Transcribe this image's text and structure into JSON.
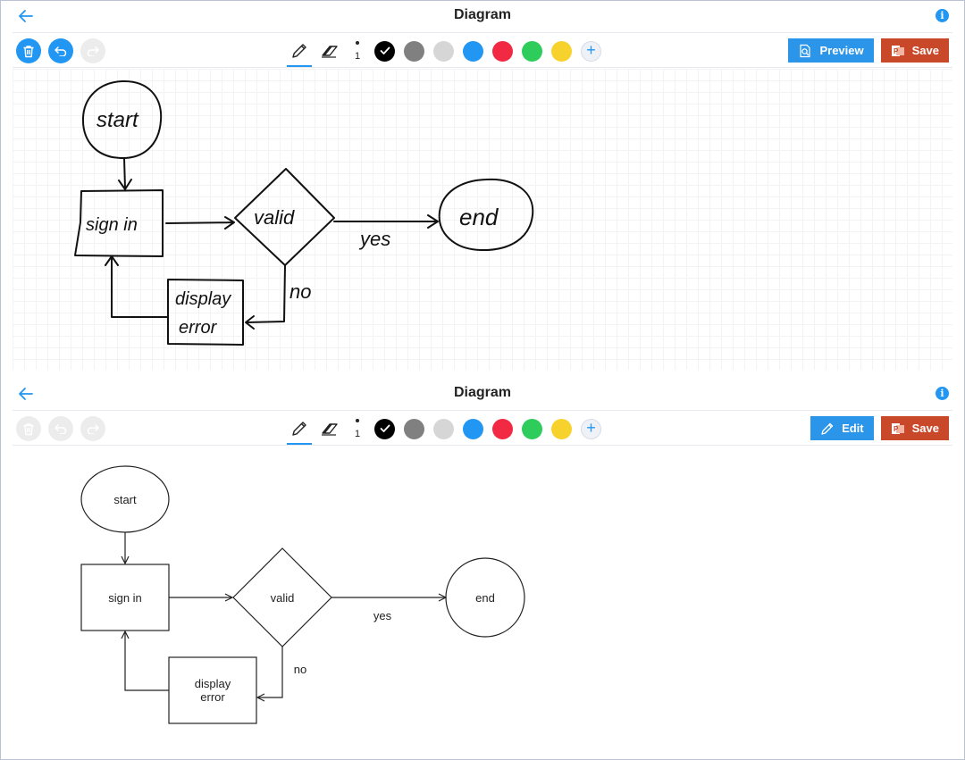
{
  "panels": [
    {
      "title": "Diagram",
      "toolbar": {
        "size_value": "1",
        "preview_label": "Preview",
        "save_label": "Save",
        "left_state": "enabled"
      },
      "diagram": {
        "start": "start",
        "sign_in": "sign in",
        "valid": "valid",
        "end": "end",
        "yes": "yes",
        "no": "no",
        "display": "display",
        "error": "error"
      }
    },
    {
      "title": "Diagram",
      "toolbar": {
        "size_value": "1",
        "edit_label": "Edit",
        "save_label": "Save",
        "left_state": "disabled"
      },
      "diagram": {
        "start": "start",
        "sign_in": "sign in",
        "valid": "valid",
        "end": "end",
        "yes": "yes",
        "no": "no",
        "display": "display",
        "error": "error"
      }
    }
  ],
  "colors": {
    "swatches": [
      "#000000",
      "#808080",
      "#d6d6d6",
      "#2196f3",
      "#f12942",
      "#2ecc5a",
      "#f7d22d"
    ],
    "accent": "#2196f3",
    "save": "#c9482a"
  },
  "icons": {
    "back": "arrow-left-icon",
    "info": "info-icon",
    "delete": "trash-icon",
    "undo": "undo-icon",
    "redo": "redo-icon",
    "pencil": "pencil-icon",
    "eraser": "eraser-icon",
    "add_color": "plus-icon"
  }
}
